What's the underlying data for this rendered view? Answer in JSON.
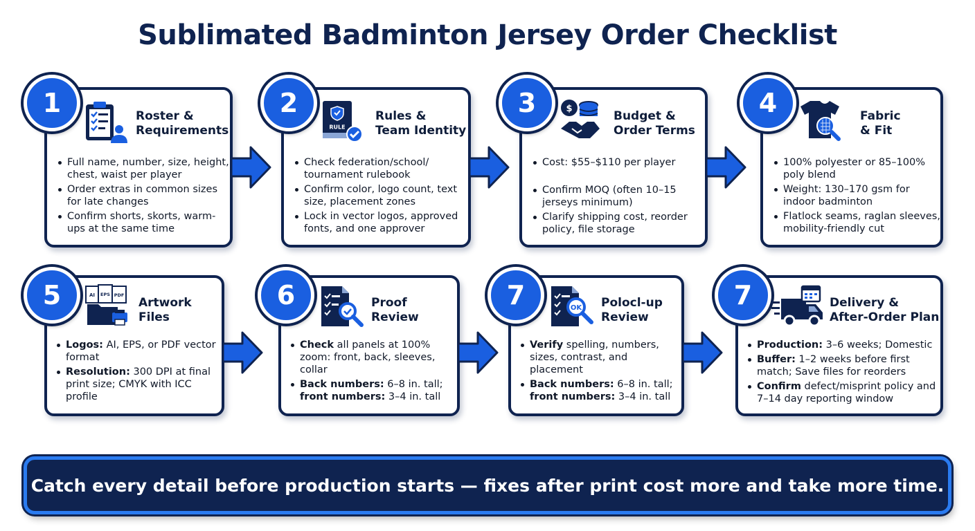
{
  "title": "Sublimated Badminton Jersey Order Checklist",
  "banner": "Catch every detail before production starts — fixes after print cost more and take more time.",
  "colors": {
    "navy": "#0f2350",
    "blue": "#1a5fe0",
    "accent": "#2a7bf0"
  },
  "cards": [
    {
      "number": "1",
      "icon": "clipboard-checklist-icon",
      "title": "Roster &\nRequirements",
      "bullets": [
        {
          "bold": "",
          "text": "Full name, number, size, height, chest, waist per player"
        },
        {
          "bold": "",
          "text": "Order extras in common sizes for late changes"
        },
        {
          "bold": "",
          "text": "Confirm shorts, skorts, warm-ups at the same time"
        }
      ]
    },
    {
      "number": "2",
      "icon": "rulebook-icon",
      "title": "Rules &\nTeam Identity",
      "icon_label": "RULE",
      "bullets": [
        {
          "bold": "",
          "text": "Check federation/school/ tournament rulebook"
        },
        {
          "bold": "",
          "text": "Confirm color, logo count, text size, placement zones"
        },
        {
          "bold": "",
          "text": "Lock in vector logos, approved fonts, and one approver"
        }
      ]
    },
    {
      "number": "3",
      "icon": "coins-handshake-icon",
      "title": "Budget &\nOrder Terms",
      "bullets": [
        {
          "bold": "",
          "text": "Cost: $55–$110 per player"
        },
        {
          "bold": "",
          "text": "Confirm MOQ (often 10–15 jerseys minimum)"
        },
        {
          "bold": "",
          "text": "Clarify shipping cost, reorder policy, file storage"
        }
      ]
    },
    {
      "number": "4",
      "icon": "shirt-magnifier-icon",
      "title": "Fabric\n& Fit",
      "bullets": [
        {
          "bold": "",
          "text": "100% polyester or 85–100% poly blend"
        },
        {
          "bold": "",
          "text": "Weight: 130–170 gsm for indoor badminton"
        },
        {
          "bold": "",
          "text": "Flatlock seams, raglan sleeves, mobility-friendly cut"
        }
      ]
    },
    {
      "number": "5",
      "icon": "files-folder-printer-icon",
      "title": "Artwork\nFiles",
      "icon_labels": [
        "AI",
        "EPS",
        "PDF"
      ],
      "bullets": [
        {
          "bold": "Logos:",
          "text": " AI, EPS, or PDF vector format"
        },
        {
          "bold": "Resolution:",
          "text": " 300 DPI at final print size; CMYK with ICC profile"
        }
      ]
    },
    {
      "number": "6",
      "icon": "document-magnifier-icon",
      "title": "Proof\nReview",
      "bullets": [
        {
          "bold": "Check",
          "text": " all panels at 100% zoom: front, back, sleeves, collar"
        },
        {
          "bold": "Back numbers:",
          "text": " 6–8 in. tall; ",
          "bold2": "front numbers:",
          "text2": " 3–4 in. tall"
        }
      ]
    },
    {
      "number": "7",
      "icon": "document-ok-magnifier-icon",
      "title": "Polocl-up\nReview",
      "icon_label": "OK",
      "bullets": [
        {
          "bold": "Verify",
          "text": " spelling, numbers, sizes, contrast, and placement"
        },
        {
          "bold": "Back numbers:",
          "text": " 6–8 in. tall; ",
          "bold2": "front numbers:",
          "text2": " 3–4 in. tall"
        }
      ]
    },
    {
      "number": "7",
      "icon": "delivery-truck-calendar-icon",
      "title": "Delivery &\nAfter-Order Plan",
      "bullets": [
        {
          "bold": "Production:",
          "text": " 3–6 weeks; Domestic"
        },
        {
          "bold": "Buffer:",
          "text": " 1–2 weeks before first match; Save files for reorders"
        },
        {
          "bold": "Confirm",
          "text": " defect/misprint policy and 7–14 day reporting window"
        }
      ]
    }
  ]
}
